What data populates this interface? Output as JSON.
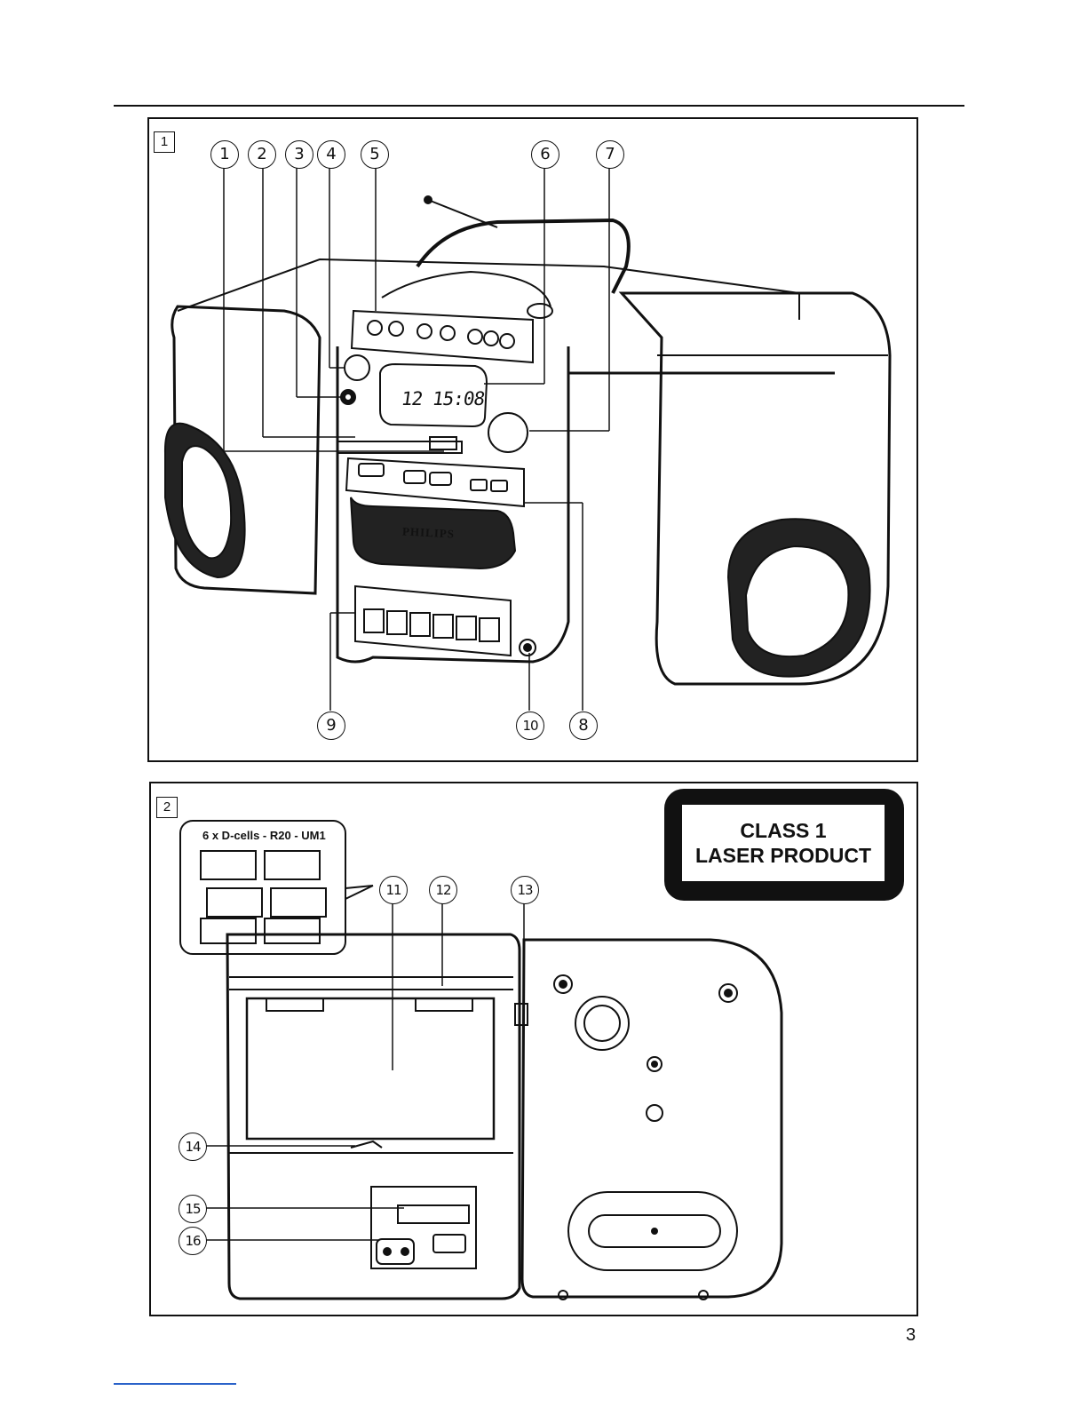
{
  "page": {
    "page_number": "3"
  },
  "figure1": {
    "figure_number": "1",
    "callouts": [
      "1",
      "2",
      "3",
      "4",
      "5",
      "6",
      "7",
      "9",
      "10",
      "8"
    ],
    "brand_label": "PHILIPS",
    "display_readout": "12 15:08"
  },
  "figure2": {
    "figure_number": "2",
    "battery_label": "6 x D-cells - R20 - UM1",
    "laser_label_line1": "CLASS 1",
    "laser_label_line2": "LASER PRODUCT",
    "callouts": [
      "11",
      "12",
      "13",
      "14",
      "15",
      "16"
    ]
  }
}
